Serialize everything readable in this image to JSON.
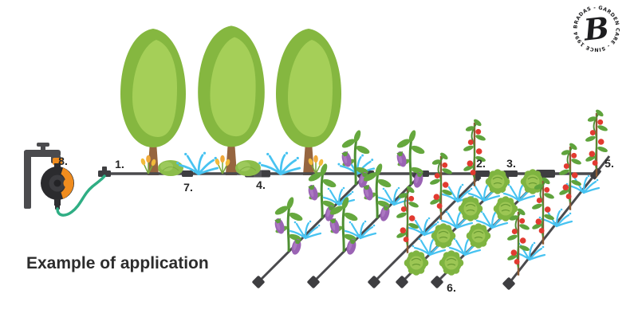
{
  "title": "Example of application",
  "logo": {
    "initial": "B",
    "ring_text": "BRADAS - GARDEN CARE - SINCE 1994 -"
  },
  "labels": {
    "n1": "1.",
    "n2": "2.",
    "n3": "3.",
    "n4": "4.",
    "n5": "5.",
    "n6": "6.",
    "n7": "7.",
    "n8": "8."
  },
  "colors": {
    "pipe_gray": "#4a4a4d",
    "fitting_gray": "#3e3e41",
    "hose_green": "#2fae84",
    "timer_orange": "#f08c1e",
    "spray_blue": "#47c3f1",
    "tomato_red": "#e23a30",
    "eggplant_purple": "#9a63b4",
    "leaf_green": "#66a83e",
    "tree_green": "#85b740",
    "tree_highlight": "#a5cf58",
    "cabbage_green": "#7fb440",
    "flower_yellow": "#f2bb3a",
    "trunk_brown": "#96653f",
    "text_dark": "#262626"
  }
}
